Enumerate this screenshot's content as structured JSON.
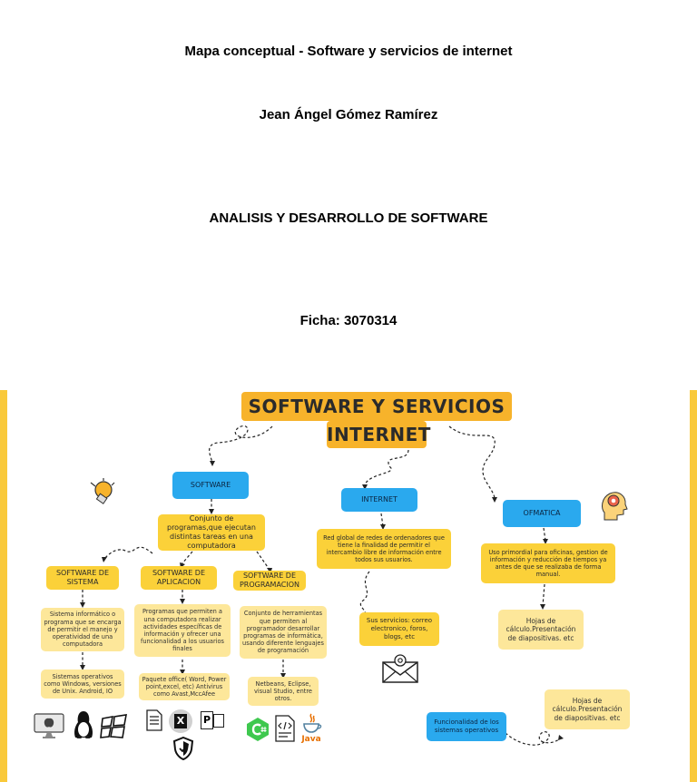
{
  "header": {
    "title": "Mapa conceptual - Software y servicios de internet",
    "author": "Jean Ángel Gómez Ramírez",
    "program": "ANALISIS Y DESARROLLO DE SOFTWARE",
    "ficha": "Ficha: 3070314"
  },
  "map": {
    "title_line1": "SOFTWARE Y SERVICIOS DE",
    "title_line2": "INTERNET",
    "software": {
      "label": "SOFTWARE",
      "definition": "Conjunto de programas,que ejecutan distintas tareas en una computadora",
      "sistema": {
        "label": "SOFTWARE DE SISTEMA",
        "description": "Sistema informático o programa que se encarga de permitir el manejo y operatividad de una computadora",
        "examples": "Sistemas operativos como Windows, versiones de Unix. Android, IO"
      },
      "aplicacion": {
        "label": "SOFTWARE DE APLICACION",
        "description": "Programas que permiten a una computadora realizar actividades específicas de información y ofrecer una funcionalidad a los usuarios finales",
        "examples": "Paquete office( Word, Power point,excel, etc) Antivirus como Avast,MccAfee"
      },
      "programacion": {
        "label": "SOFTWARE DE PROGRAMACION",
        "description": "Conjunto de herramientas que permiten al programador desarrollar programas de informática, usando diferente lenguajes de programación",
        "examples": "Netbeans, Eclipse, visual Studio, entre otros."
      }
    },
    "internet": {
      "label": "INTERNET",
      "definition": "Red global de redes de ordenadores que tiene la finalidad de permitir el intercambio libre de información entre todos sus usuarios.",
      "services": "Sus servicios: correo electronico, foros, blogs, etc"
    },
    "ofimatica": {
      "label": "OFMATICA",
      "definition": "Uso primordial para oficinas, gestion de información y reducción de tiempos ya antes de que se realizaba de forma manual.",
      "examples": "Hojas de cálculo.Presentación de diapositivas. etc"
    },
    "footer": {
      "so_label": "Funcionalidad de los sistemas operativos",
      "note": "Hojas de cálculo.Presentación de diapositivas. etc"
    },
    "icons": {
      "java_text": "Java",
      "excel_letter": "X",
      "powerpoint_letter": "P"
    }
  },
  "colors": {
    "accent_yellow": "#f7b32b",
    "node_blue": "#2aa9ee",
    "node_yellow": "#fbd139",
    "node_cream": "#fde79a",
    "border_yellow": "#f9c93b"
  }
}
